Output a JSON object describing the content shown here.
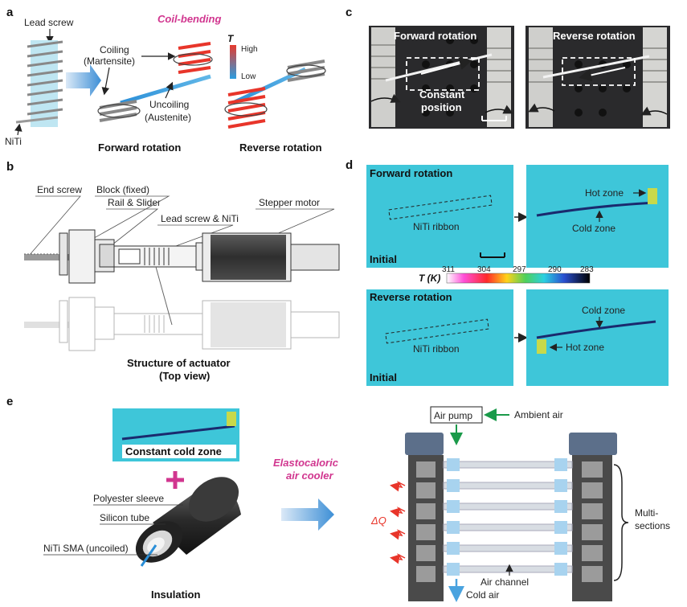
{
  "panels": {
    "a": "a",
    "b": "b",
    "c": "c",
    "d": "d",
    "e": "e"
  },
  "panel_a": {
    "title": "Coil-bending",
    "lead_screw": "Lead  screw",
    "niti": "NiTi",
    "coiling_1": "Coiling",
    "coiling_2": "(Martensite)",
    "uncoiling_1": "Uncoiling",
    "uncoiling_2": "(Austenite)",
    "temp_symbol": "T",
    "temp_high": "High",
    "temp_low": "Low",
    "forward": "Forward rotation",
    "reverse": "Reverse rotation"
  },
  "panel_b": {
    "end_screw": "End screw",
    "block": "Block (fixed)",
    "rail": "Rail & Slider",
    "lead_screw": "Lead screw & NiTi",
    "motor": "Stepper motor",
    "caption_1": "Structure of actuator",
    "caption_2": "(Top view)"
  },
  "panel_c": {
    "forward": "Forward rotation",
    "reverse": "Reverse rotation",
    "constant_1": "Constant",
    "constant_2": "position"
  },
  "panel_d": {
    "forward": "Forward rotation",
    "reverse": "Reverse rotation",
    "initial": "Initial",
    "ribbon": "NiTi ribbon",
    "hot": "Hot zone",
    "cold": "Cold zone",
    "cbar_label": "T (K)",
    "cbar_ticks": [
      "311",
      "304",
      "297",
      "290",
      "283"
    ]
  },
  "panel_e": {
    "constant_cold": "Constant cold zone",
    "polyester": "Polyester sleeve",
    "silicon": "Silicon tube",
    "niti_sma": "NiTi SMA (uncoiled)",
    "insulation": "Insulation",
    "cooler_1": "Elastocaloric",
    "cooler_2": "air cooler",
    "air_pump": "Air pump",
    "ambient": "Ambient air",
    "dq": "ΔQ",
    "multi_1": "Multi-",
    "multi_2": "sections",
    "channel": "Air channel",
    "cold_air": "Cold air"
  },
  "colors": {
    "magenta": "#d1368f",
    "hot": "#e8352a",
    "cold_ribbon": "#1a2a6e",
    "thermal_bg": "#3ec6d9",
    "arrow_blue": "#4aa3df",
    "green": "#1a9a4a"
  }
}
